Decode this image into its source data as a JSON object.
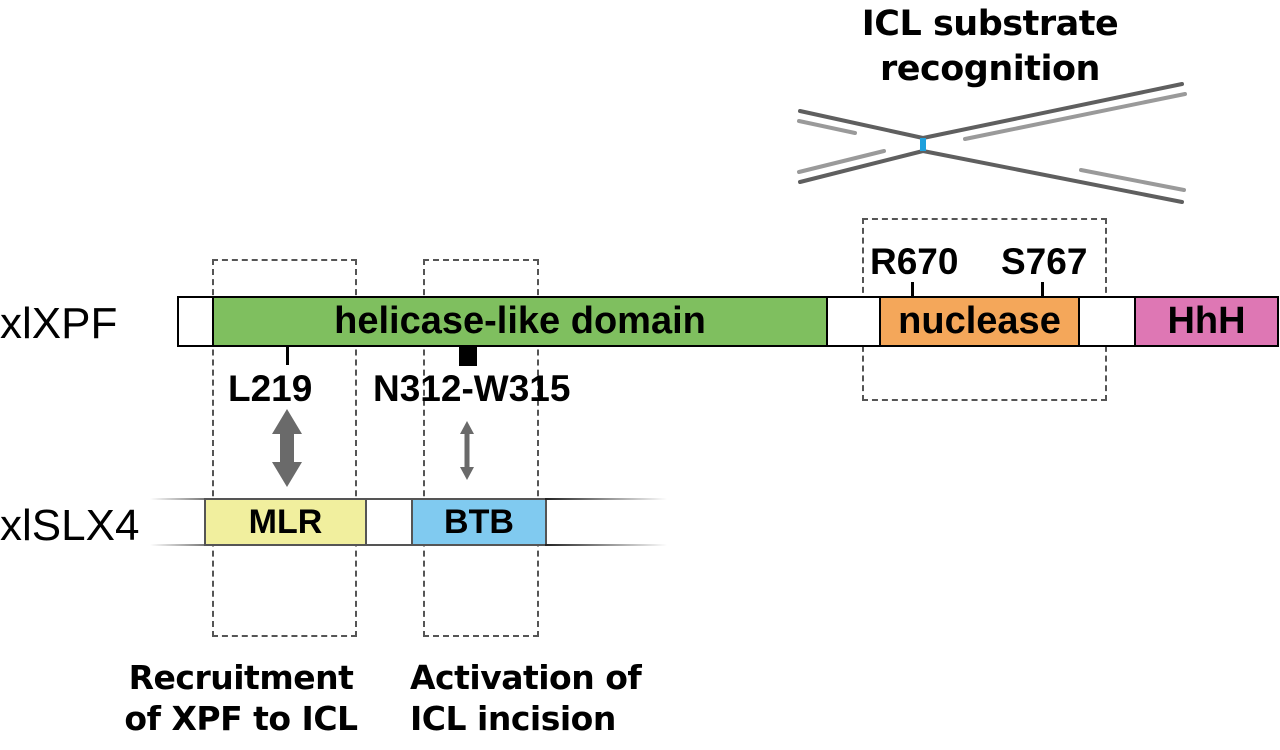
{
  "title": {
    "line1": "ICL substrate",
    "line2": "recognition"
  },
  "proteins": {
    "xpf": {
      "label": "xlXPF",
      "domains": [
        {
          "name": "unlabeled-n-term",
          "label": "",
          "color": "#ffffff"
        },
        {
          "name": "helicase-like-domain",
          "label": "helicase-like domain",
          "color": "#7fbf5f"
        },
        {
          "name": "linker",
          "label": "",
          "color": "#ffffff"
        },
        {
          "name": "nuclease",
          "label": "nuclease",
          "color": "#f4a75a"
        },
        {
          "name": "linker-2",
          "label": "",
          "color": "#ffffff"
        },
        {
          "name": "hhh",
          "label": "HhH",
          "color": "#de77b4"
        }
      ],
      "residues": [
        "L219",
        "N312-W315",
        "R670",
        "S767"
      ]
    },
    "slx4": {
      "label": "xlSLX4",
      "domains": [
        {
          "name": "mlr",
          "label": "MLR",
          "color": "#f1ef9e"
        },
        {
          "name": "linker",
          "label": "",
          "color": "#ffffff"
        },
        {
          "name": "btb",
          "label": "BTB",
          "color": "#80caf0"
        },
        {
          "name": "c-term",
          "label": "",
          "color": "#ffffff"
        }
      ]
    }
  },
  "captions": {
    "recruitment": {
      "line1": "Recruitment",
      "line2": "of XPF to ICL"
    },
    "activation": {
      "line1": "Activation of",
      "line2": "ICL incision"
    }
  },
  "colors": {
    "dna_dark": "#5f5f5f",
    "dna_light": "#9a9a9a",
    "crosslink": "#1ea0dc",
    "arrow": "#6a6a6a",
    "dashed_box": "#555555"
  }
}
